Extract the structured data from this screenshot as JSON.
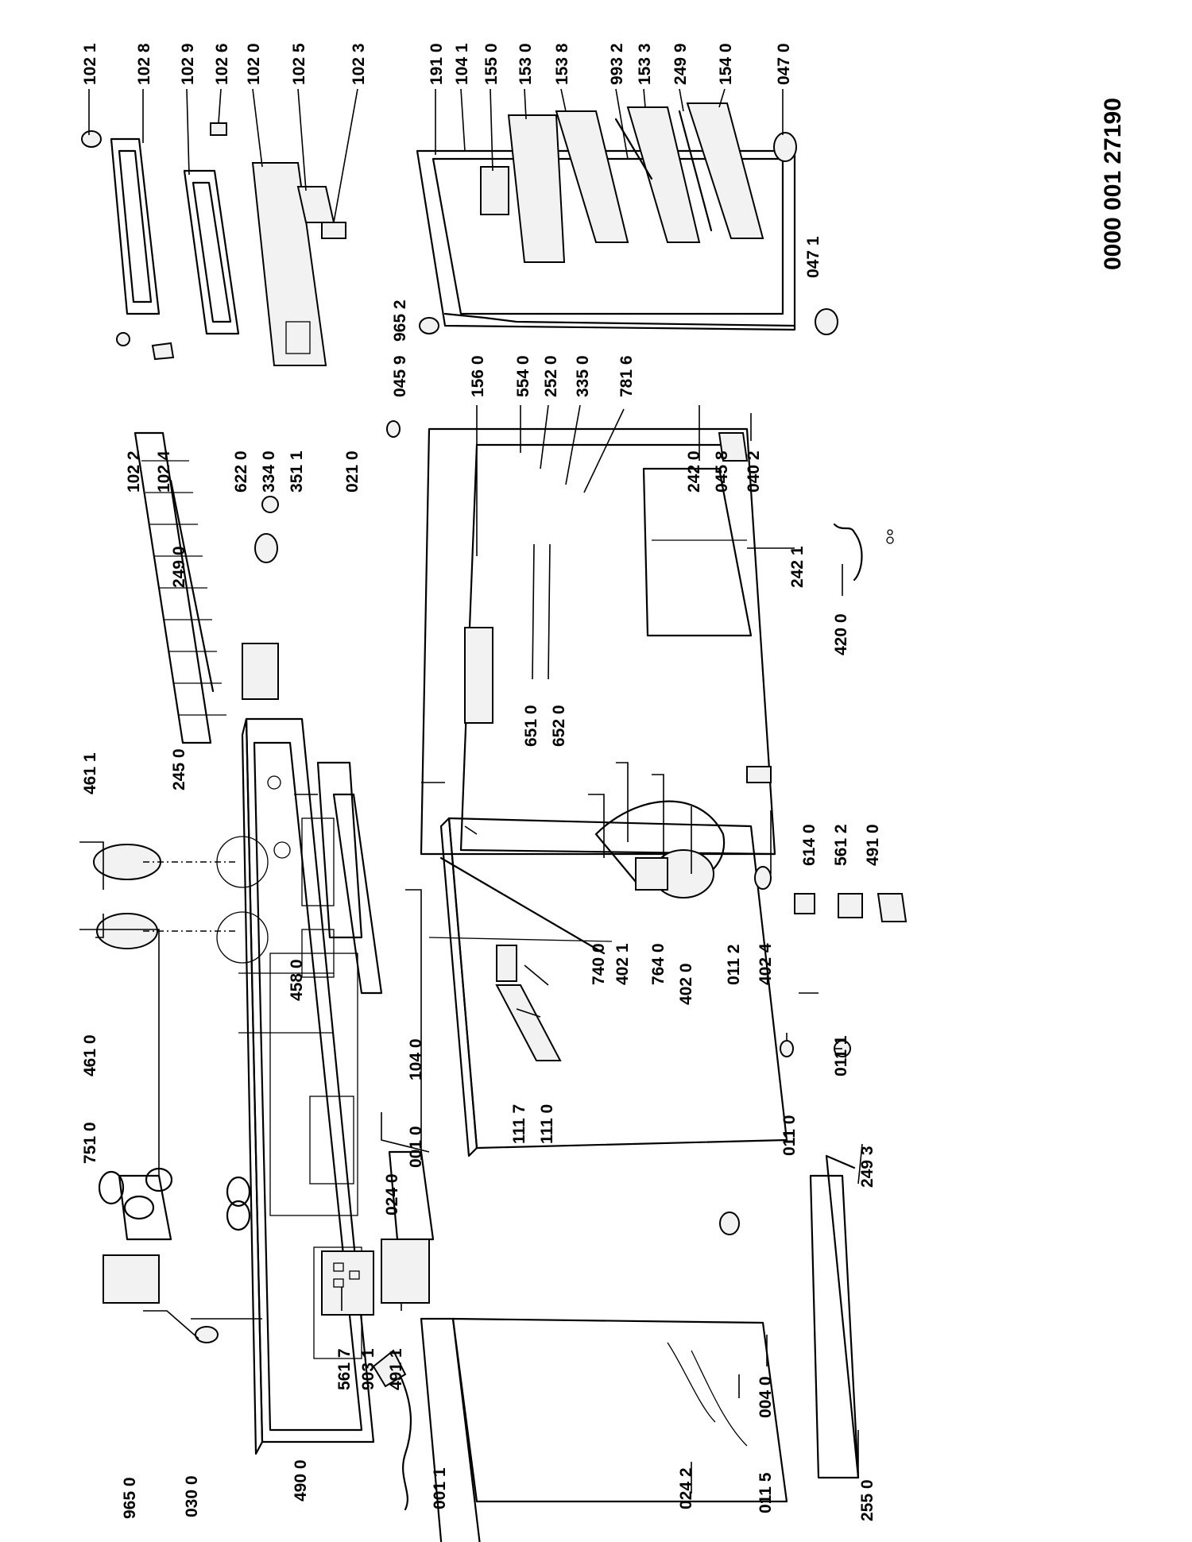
{
  "diagram": {
    "drawing_code": "0000 001 27190",
    "labels": {
      "c0011": "001 1",
      "c0242": "024 2",
      "c0040": "004 0",
      "c0115": "011 5",
      "c2550": "255 0",
      "c2493": "249 3",
      "c0111": "011 1",
      "c0110": "011 0",
      "c0300": "030 0",
      "c9650": "965 0",
      "c4900": "490 0",
      "c5617": "561 7",
      "c9031": "903 1",
      "c4911": "491 1",
      "c0240": "024 0",
      "c0010": "001 0",
      "c1117": "111 7",
      "c1110": "111 0",
      "c1040": "104 0",
      "c7510": "751 0",
      "c4610": "461 0",
      "c4611": "461 1",
      "c4580": "458 0",
      "c2450": "245 0",
      "c2490": "249 0",
      "c1022": "102 2",
      "c1024": "102 4",
      "c6220": "622 0",
      "c3340": "334 0",
      "c3511": "351 1",
      "c0210": "021 0",
      "c7400": "740 0",
      "c4021": "402 1",
      "c7640": "764 0",
      "c4020": "402 0",
      "c0112": "011 2",
      "c4024": "402 4",
      "c6140": "614 0",
      "c5612": "561 2",
      "c4910": "491 0",
      "c6510": "651 0",
      "c6520": "652 0",
      "c4200": "420 0",
      "c2421": "242 1",
      "c2420": "242 0",
      "c0458": "045 8",
      "c0402": "040 2",
      "c0459": "045 9",
      "c1560": "156 0",
      "c5540": "554 0",
      "c2520": "252 0",
      "c3350": "335 0",
      "c7816": "781 6",
      "c9652": "965 2",
      "c0471": "047 1",
      "c1021": "102 1",
      "c1028": "102 8",
      "c1029": "102 9",
      "c1026": "102 6",
      "c1020": "102 0",
      "c1025": "102 5",
      "c1023": "102 3",
      "c1910": "191 0",
      "c1041": "104 1",
      "c1550": "155 0",
      "c1530": "153 0",
      "c1538": "153 8",
      "c9932": "993 2",
      "c1533": "153 3",
      "c2499": "249 9",
      "c1540": "154 0",
      "c0470": "047 0"
    }
  }
}
